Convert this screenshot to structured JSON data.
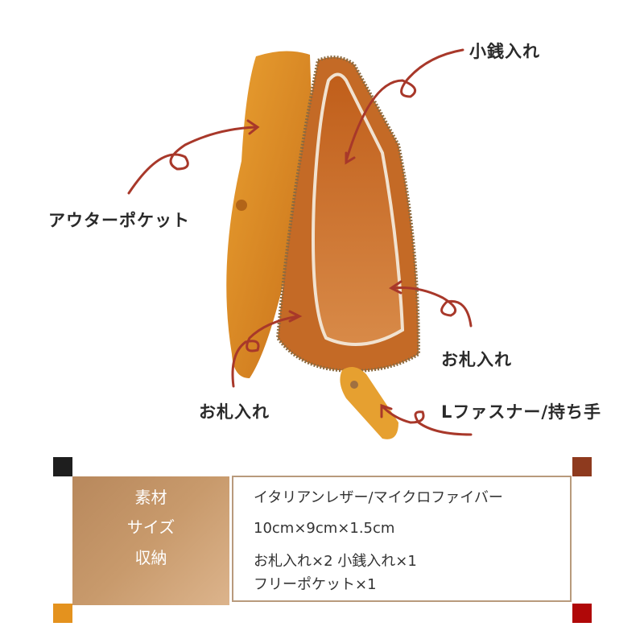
{
  "callouts": {
    "coin_pocket": "小銭入れ",
    "outer_pocket": "アウターポケット",
    "bill_pocket_right": "お札入れ",
    "bill_pocket_left": "お札入れ",
    "zipper_handle": "Lファスナー/持ち手"
  },
  "spec_table": {
    "labels": [
      "素材",
      "サイズ",
      "収納"
    ],
    "values": [
      "イタリアンレザー/マイクロファイバー",
      "10cm×9cm×1.5cm",
      "お札入れ×2 小銭入れ×1",
      "フリーポケット×1"
    ]
  },
  "colors": {
    "arrow": "#a8382a",
    "corner_top_left": "#1e1e1e",
    "corner_top_right": "#8e3a1e",
    "corner_bottom_left": "#e4921e",
    "corner_bottom_right": "#b00808"
  }
}
